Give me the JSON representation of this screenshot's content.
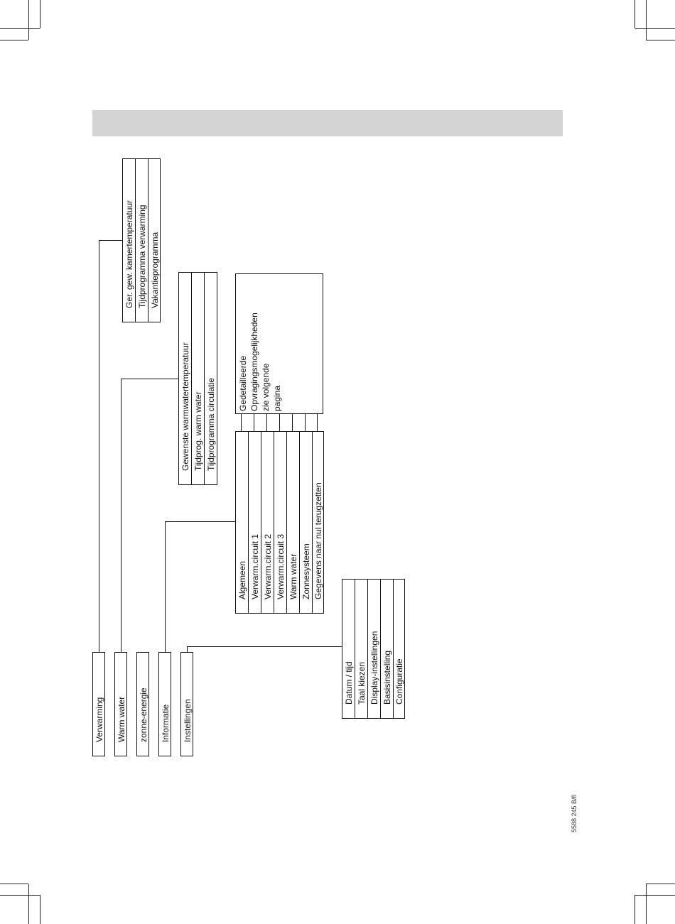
{
  "main_menu": [
    "Verwarming",
    "Warm water",
    "zonne-energie",
    "Informatie",
    "Instellingen"
  ],
  "verwarming_menu": [
    "Ger. gew. kamertemperatuur",
    "Tijdprogramma verwarming",
    "Vakantieprogramma"
  ],
  "warm_water_menu": [
    "Gewenste warmwatertemperatuur",
    "Tijdprog. warm water",
    "Tijdprogramma circulatie"
  ],
  "informatie_menu": [
    "Algemeen",
    "Verwarm.circuit 1",
    "Verwarm.circuit 2",
    "Verwarm.circuit 3",
    "Warm water",
    "Zonnesysteem",
    "Gegevens naar nul terugzetten"
  ],
  "informatie_note": [
    "Gedetailleerde",
    "Opvragingsmogelijkheden",
    "zie volgende",
    "pagina"
  ],
  "instellingen_menu": [
    "Datum / tijd",
    "Taal kiezen",
    "Display-instellingen",
    "Basisinstelling",
    "Configuratie"
  ],
  "doc_number": "5588 245 B/fl"
}
